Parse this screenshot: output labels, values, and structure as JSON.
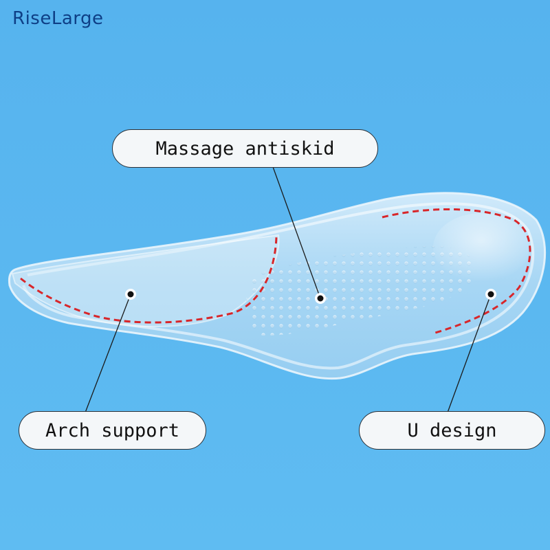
{
  "brand": "RiseLarge",
  "callouts": {
    "massage": "Massage antiskid",
    "arch": "Arch support",
    "u_design": "U design"
  },
  "colors": {
    "background": "#5ab8f0",
    "dashed_outline": "#d8262a",
    "callout_fill": "#f4f7f9"
  }
}
